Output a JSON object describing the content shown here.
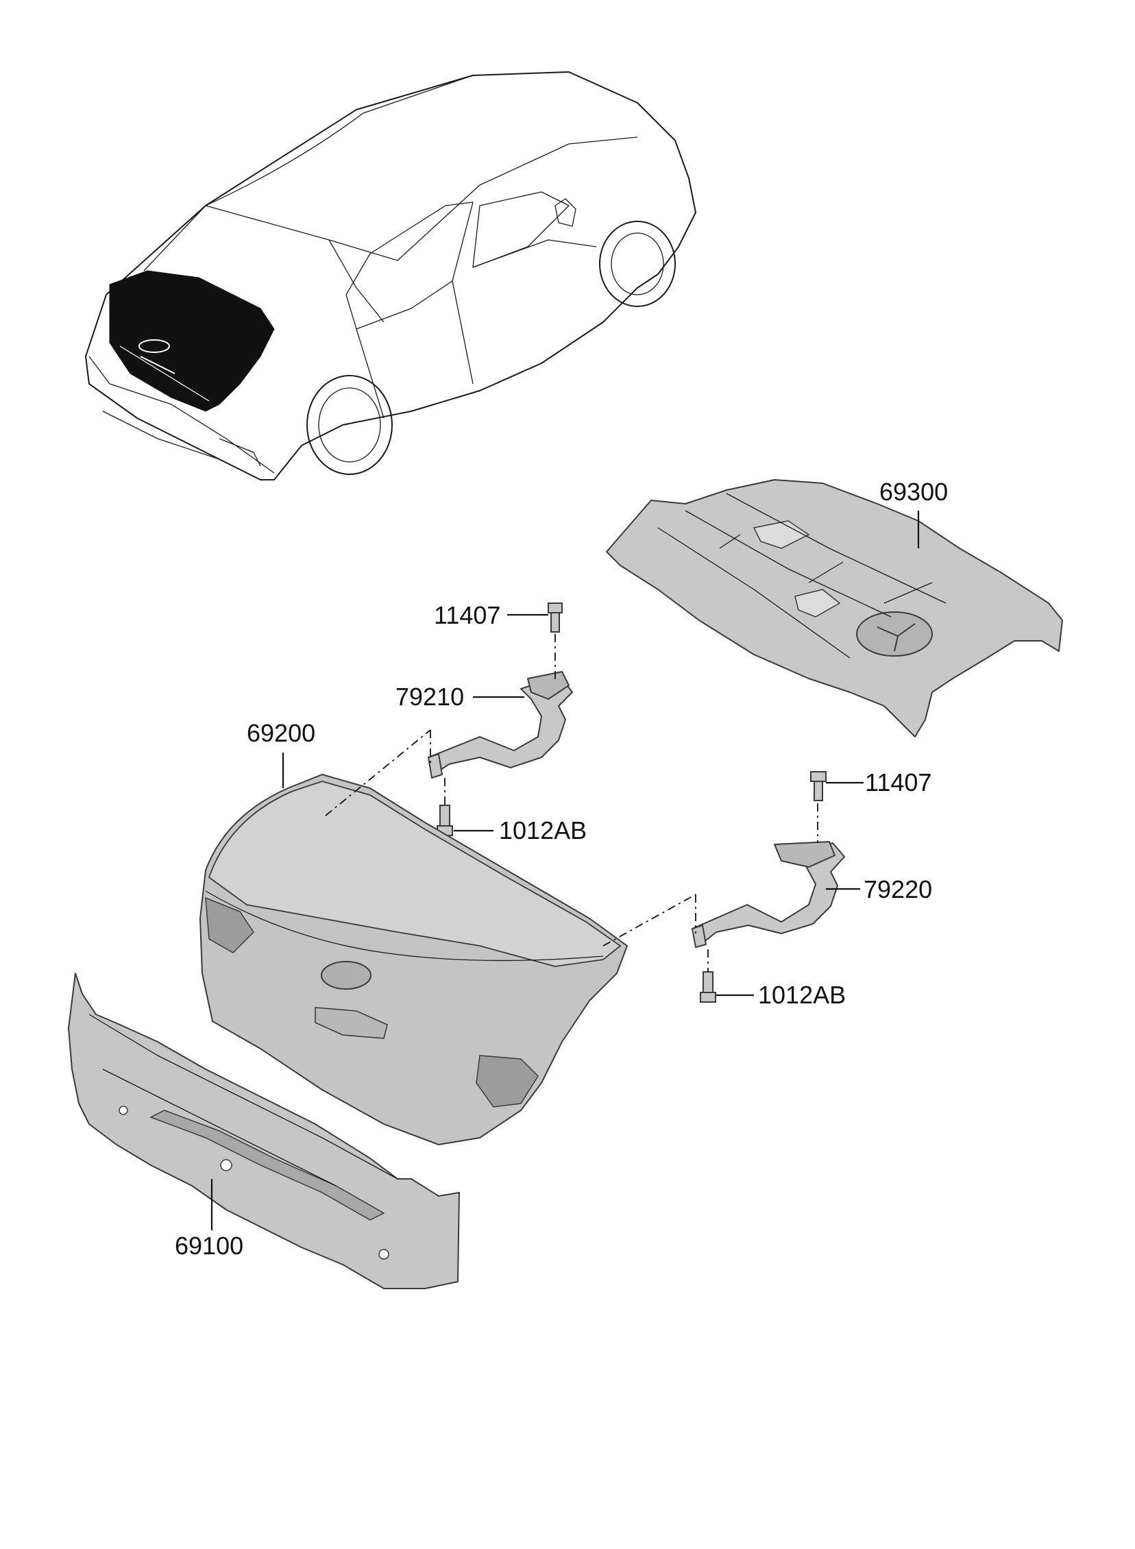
{
  "labels": {
    "p69300": "69300",
    "p11407_a": "11407",
    "p79210": "79210",
    "p69200": "69200",
    "p1012AB_a": "1012AB",
    "p11407_b": "11407",
    "p79220": "79220",
    "p1012AB_b": "1012AB",
    "p69100": "69100"
  },
  "colors": {
    "part_fill": "#c8c8c8",
    "part_fill_light": "#dcdcdc",
    "part_fill_dark": "#a9a9a9",
    "line": "#1a1a1a",
    "highlight": "#111111"
  }
}
